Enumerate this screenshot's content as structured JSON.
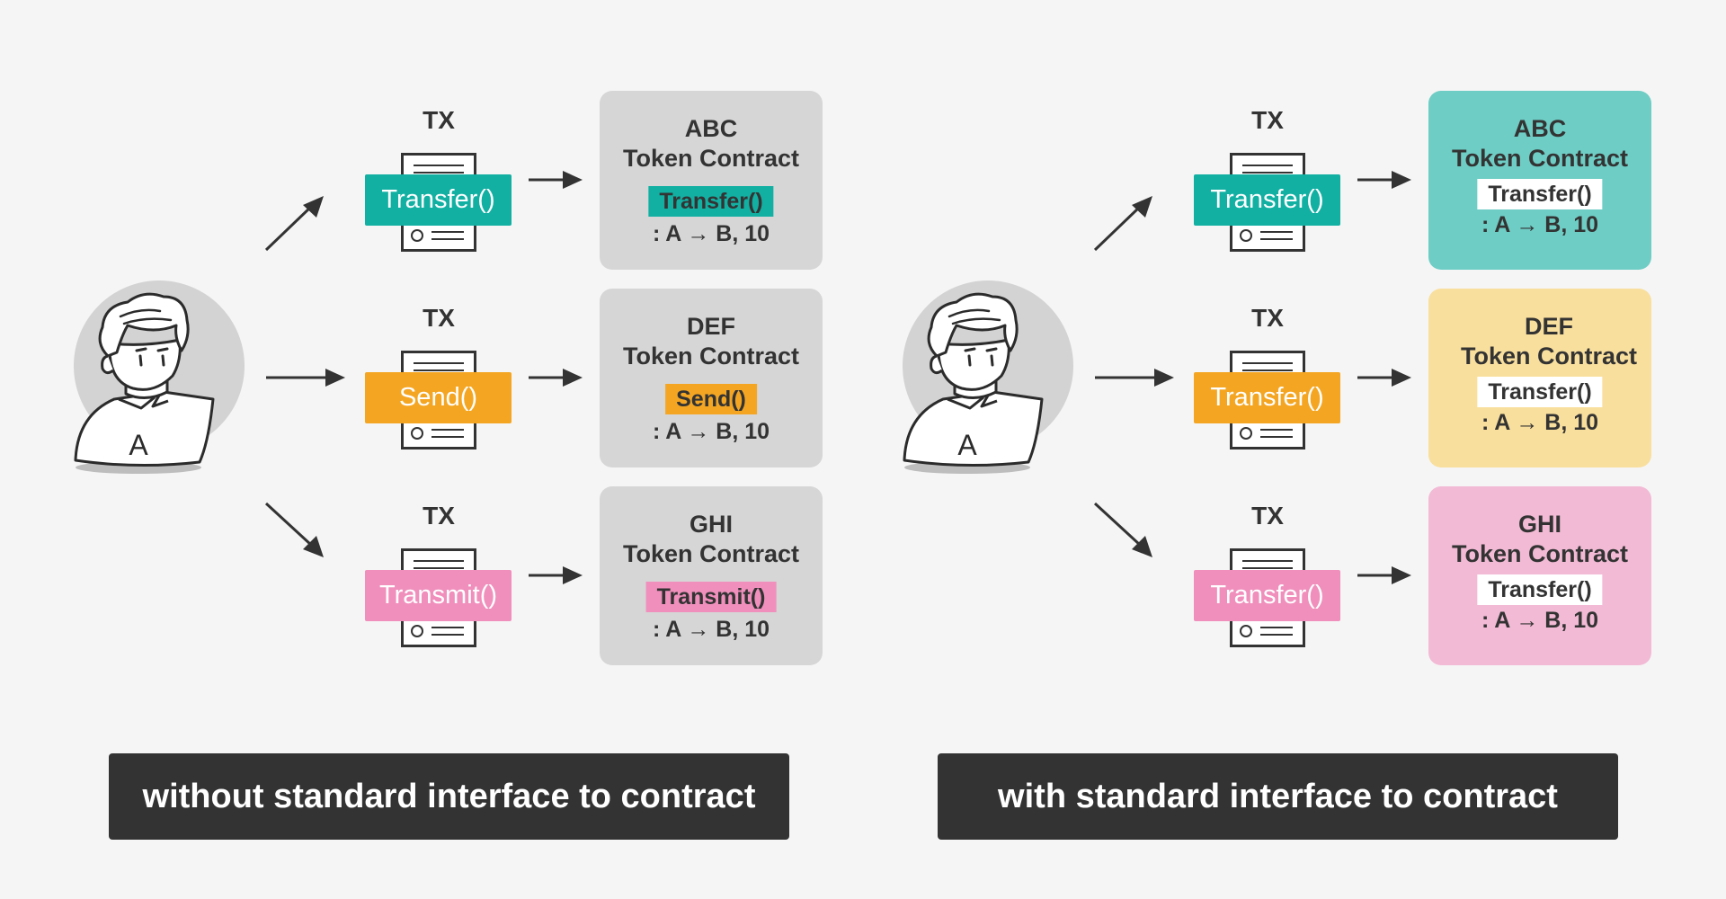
{
  "colors": {
    "teal": "#12b0a3",
    "orange": "#f4a623",
    "pink": "#f08fbc",
    "contract_gray": "#d6d6d6",
    "contract_teal": "#6ecdc5",
    "contract_yellow": "#f9df9d",
    "contract_pink": "#f2bad5",
    "caption_bg": "#333333"
  },
  "left": {
    "user_label": "A",
    "tx_label": "TX",
    "rows": [
      {
        "tx_function": "Transfer()",
        "contract_name": "ABC",
        "contract_type": "Token Contract",
        "contract_function": "Transfer()",
        "contract_params": ": A → B, 10"
      },
      {
        "tx_function": "Send()",
        "contract_name": "DEF",
        "contract_type": "Token Contract",
        "contract_function": "Send()",
        "contract_params": ": A → B, 10"
      },
      {
        "tx_function": "Transmit()",
        "contract_name": "GHI",
        "contract_type": "Token Contract",
        "contract_function": "Transmit()",
        "contract_params": ": A → B, 10"
      }
    ],
    "caption": "without standard interface to contract"
  },
  "right": {
    "user_label": "A",
    "tx_label": "TX",
    "rows": [
      {
        "tx_function": "Transfer()",
        "contract_name": "ABC",
        "contract_type": "Token Contract",
        "contract_function": "Transfer()",
        "contract_params": ": A → B, 10"
      },
      {
        "tx_function": "Transfer()",
        "contract_name": "DEF",
        "contract_type": "Token Contract",
        "contract_function": "Transfer()",
        "contract_params": ": A → B, 10"
      },
      {
        "tx_function": "Transfer()",
        "contract_name": "GHI",
        "contract_type": "Token Contract",
        "contract_function": "Transfer()",
        "contract_params": ": A → B, 10"
      }
    ],
    "caption": "with standard interface to contract"
  }
}
